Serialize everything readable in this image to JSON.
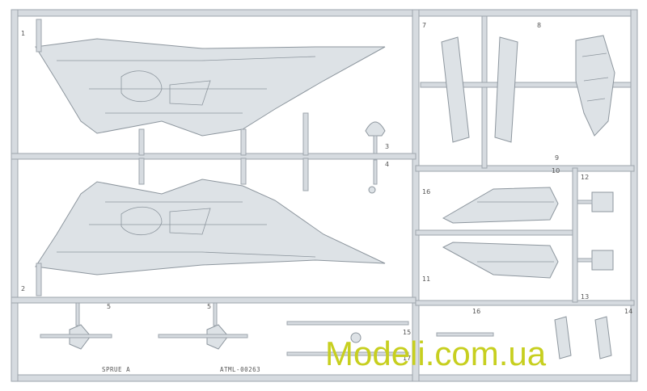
{
  "sprue": {
    "name_label": "SPRUE A",
    "code_label": "ATML-00263",
    "part_numbers": [
      "1",
      "2",
      "3",
      "4",
      "5",
      "5",
      "7",
      "8",
      "9",
      "10",
      "11",
      "12",
      "13",
      "14",
      "15",
      "16",
      "16",
      "17"
    ]
  },
  "watermark": "Modeli.com.ua",
  "colors": {
    "plastic": "#dde2e6",
    "outline": "#8d969e",
    "watermark": "#c7cf1f"
  }
}
